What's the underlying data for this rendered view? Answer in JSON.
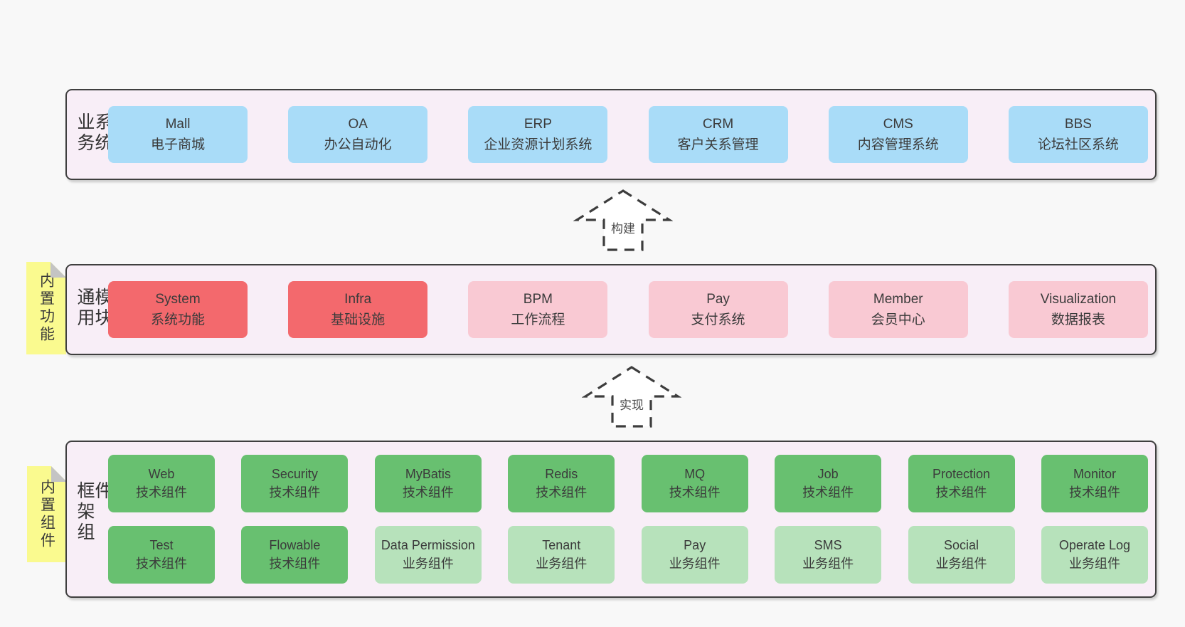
{
  "diagram": {
    "arrows": [
      {
        "label": "构建"
      },
      {
        "label": "实现"
      }
    ],
    "bands": [
      {
        "label": "业务系统",
        "boxes": [
          {
            "en": "Mall",
            "zh": "电子商城",
            "variant": "blue"
          },
          {
            "en": "OA",
            "zh": "办公自动化",
            "variant": "blue"
          },
          {
            "en": "ERP",
            "zh": "企业资源计划系统",
            "variant": "blue"
          },
          {
            "en": "CRM",
            "zh": "客户关系管理",
            "variant": "blue"
          },
          {
            "en": "CMS",
            "zh": "内容管理系统",
            "variant": "blue"
          },
          {
            "en": "BBS",
            "zh": "论坛社区系统",
            "variant": "blue"
          }
        ]
      },
      {
        "label": "通用模块",
        "tab": "内置功能",
        "boxes": [
          {
            "en": "System",
            "zh": "系统功能",
            "variant": "red"
          },
          {
            "en": "Infra",
            "zh": "基础设施",
            "variant": "red"
          },
          {
            "en": "BPM",
            "zh": "工作流程",
            "variant": "pink"
          },
          {
            "en": "Pay",
            "zh": "支付系统",
            "variant": "pink"
          },
          {
            "en": "Member",
            "zh": "会员中心",
            "variant": "pink"
          },
          {
            "en": "Visualization",
            "zh": "数据报表",
            "variant": "pink"
          }
        ]
      },
      {
        "label": "框架组件",
        "tab": "内置组件",
        "rows": [
          [
            {
              "en": "Web",
              "zh": "技术组件",
              "variant": "green-dark"
            },
            {
              "en": "Security",
              "zh": "技术组件",
              "variant": "green-dark"
            },
            {
              "en": "MyBatis",
              "zh": "技术组件",
              "variant": "green-dark"
            },
            {
              "en": "Redis",
              "zh": "技术组件",
              "variant": "green-dark"
            },
            {
              "en": "MQ",
              "zh": "技术组件",
              "variant": "green-dark"
            },
            {
              "en": "Job",
              "zh": "技术组件",
              "variant": "green-dark"
            },
            {
              "en": "Protection",
              "zh": "技术组件",
              "variant": "green-dark"
            },
            {
              "en": "Monitor",
              "zh": "技术组件",
              "variant": "green-dark"
            }
          ],
          [
            {
              "en": "Test",
              "zh": "技术组件",
              "variant": "green-dark"
            },
            {
              "en": "Flowable",
              "zh": "技术组件",
              "variant": "green-dark"
            },
            {
              "en": "Data Permission",
              "zh": "业务组件",
              "variant": "green-light"
            },
            {
              "en": "Tenant",
              "zh": "业务组件",
              "variant": "green-light"
            },
            {
              "en": "Pay",
              "zh": "业务组件",
              "variant": "green-light"
            },
            {
              "en": "SMS",
              "zh": "业务组件",
              "variant": "green-light"
            },
            {
              "en": "Social",
              "zh": "业务组件",
              "variant": "green-light"
            },
            {
              "en": "Operate Log",
              "zh": "业务组件",
              "variant": "green-light"
            }
          ]
        ]
      }
    ],
    "colors": {
      "page_bg": "#f8f8f8",
      "band_bg": "#f8eef7",
      "band_border": "#3f3f3f",
      "blue": "#a9dcf8",
      "red": "#f3696d",
      "pink": "#f9c9d3",
      "green_dark": "#68c070",
      "green_light": "#b7e2bb",
      "note_yellow": "#fafa8f",
      "note_fold_gray": "#c4c4c4",
      "text": "#3b3b3b"
    }
  }
}
